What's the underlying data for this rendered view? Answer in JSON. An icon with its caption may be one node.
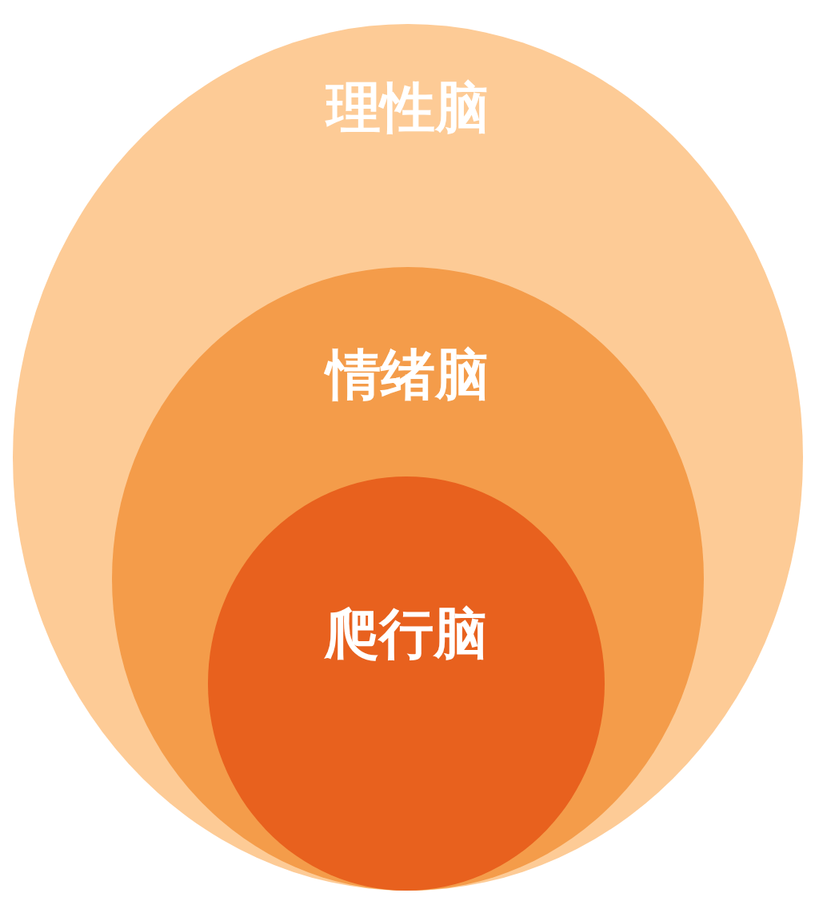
{
  "diagram": {
    "nodes": [
      {
        "text": [
          "理性脑"
        ]
      },
      {
        "text": [
          "情绪脑"
        ],
        "in": 0
      },
      {
        "text": [
          "爬行脑"
        ],
        "in": 1
      }
    ]
  }
}
